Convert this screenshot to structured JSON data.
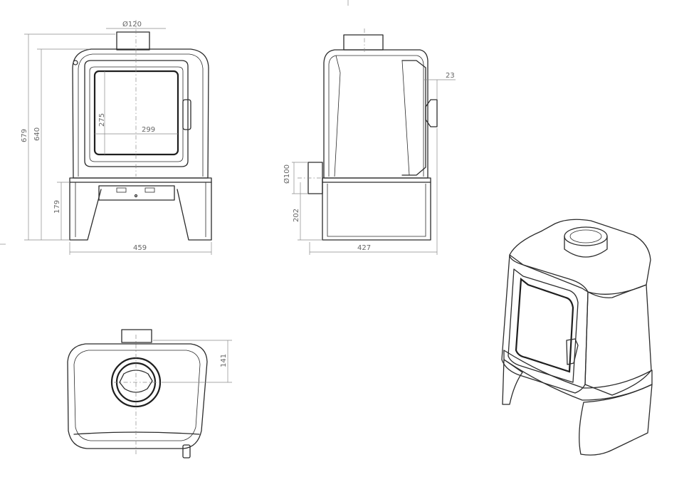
{
  "dimensions": {
    "flue_top_dia": "Ø120",
    "overall_height": "679",
    "body_height": "640",
    "glass_height": "275",
    "glass_width": "299",
    "stand_height": "179",
    "front_width": "459",
    "handle_offset": "23",
    "rear_flue_dia": "Ø100",
    "rear_flue_height": "202",
    "side_depth": "427",
    "flue_center_offset": "141"
  },
  "colors": {
    "outline": "#2b2b2b",
    "dimension": "#8a8a8a",
    "dimension_text": "#666666"
  }
}
